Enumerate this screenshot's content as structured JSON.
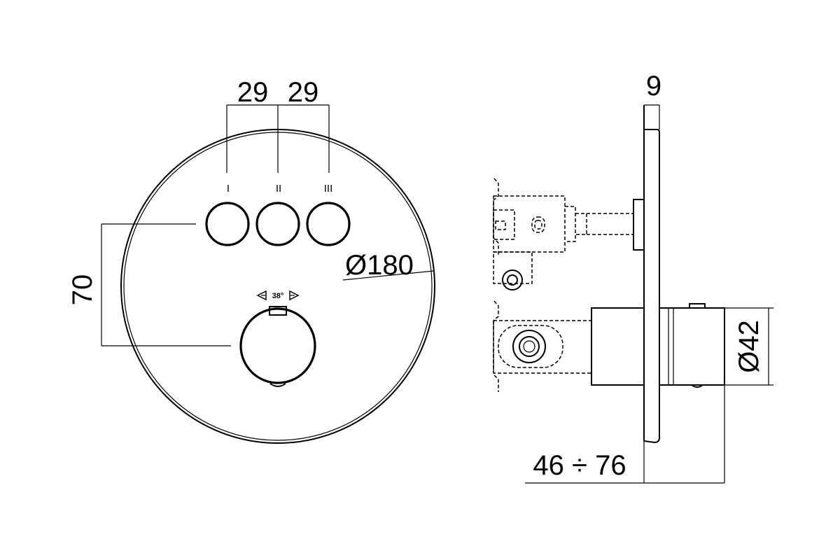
{
  "front_view": {
    "dim_spacing_left": "29",
    "dim_spacing_right": "29",
    "button_labels": [
      "I",
      "II",
      "III"
    ],
    "diameter_plate": "Ø180",
    "height_offset": "70",
    "rotation_label": "38°"
  },
  "side_view": {
    "dim_plate_thickness": "9",
    "diameter_handle": "Ø42",
    "depth_range": "46 ÷ 76"
  }
}
